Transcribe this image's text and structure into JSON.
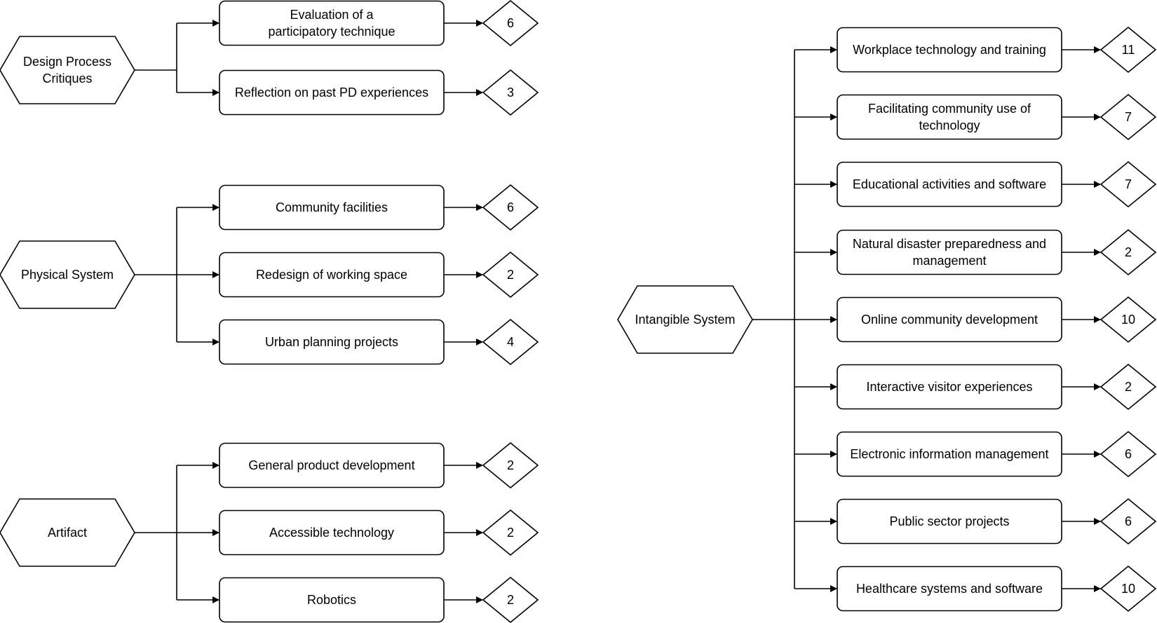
{
  "groups": [
    {
      "label": [
        "Design Process",
        "Critiques"
      ],
      "items": [
        {
          "label": [
            "Evaluation of a",
            "participatory technique"
          ],
          "count": "6"
        },
        {
          "label": [
            "Reflection on past PD experiences"
          ],
          "count": "3"
        }
      ]
    },
    {
      "label": [
        "Physical System"
      ],
      "items": [
        {
          "label": [
            "Community facilities"
          ],
          "count": "6"
        },
        {
          "label": [
            "Redesign of working space"
          ],
          "count": "2"
        },
        {
          "label": [
            "Urban planning projects"
          ],
          "count": "4"
        }
      ]
    },
    {
      "label": [
        "Artifact"
      ],
      "items": [
        {
          "label": [
            "General product development"
          ],
          "count": "2"
        },
        {
          "label": [
            "Accessible technology"
          ],
          "count": "2"
        },
        {
          "label": [
            "Robotics"
          ],
          "count": "2"
        }
      ]
    },
    {
      "label": [
        "Intangible System"
      ],
      "items": [
        {
          "label": [
            "Workplace technology and training"
          ],
          "count": "11"
        },
        {
          "label": [
            "Facilitating community use of",
            "technology"
          ],
          "count": "7"
        },
        {
          "label": [
            "Educational activities and software"
          ],
          "count": "7"
        },
        {
          "label": [
            "Natural disaster preparedness and",
            "management"
          ],
          "count": "2"
        },
        {
          "label": [
            "Online community development"
          ],
          "count": "10"
        },
        {
          "label": [
            "Interactive visitor experiences"
          ],
          "count": "2"
        },
        {
          "label": [
            "Electronic information management"
          ],
          "count": "6"
        },
        {
          "label": [
            "Public sector projects"
          ],
          "count": "6"
        },
        {
          "label": [
            "Healthcare systems and software"
          ],
          "count": "10"
        }
      ]
    }
  ]
}
